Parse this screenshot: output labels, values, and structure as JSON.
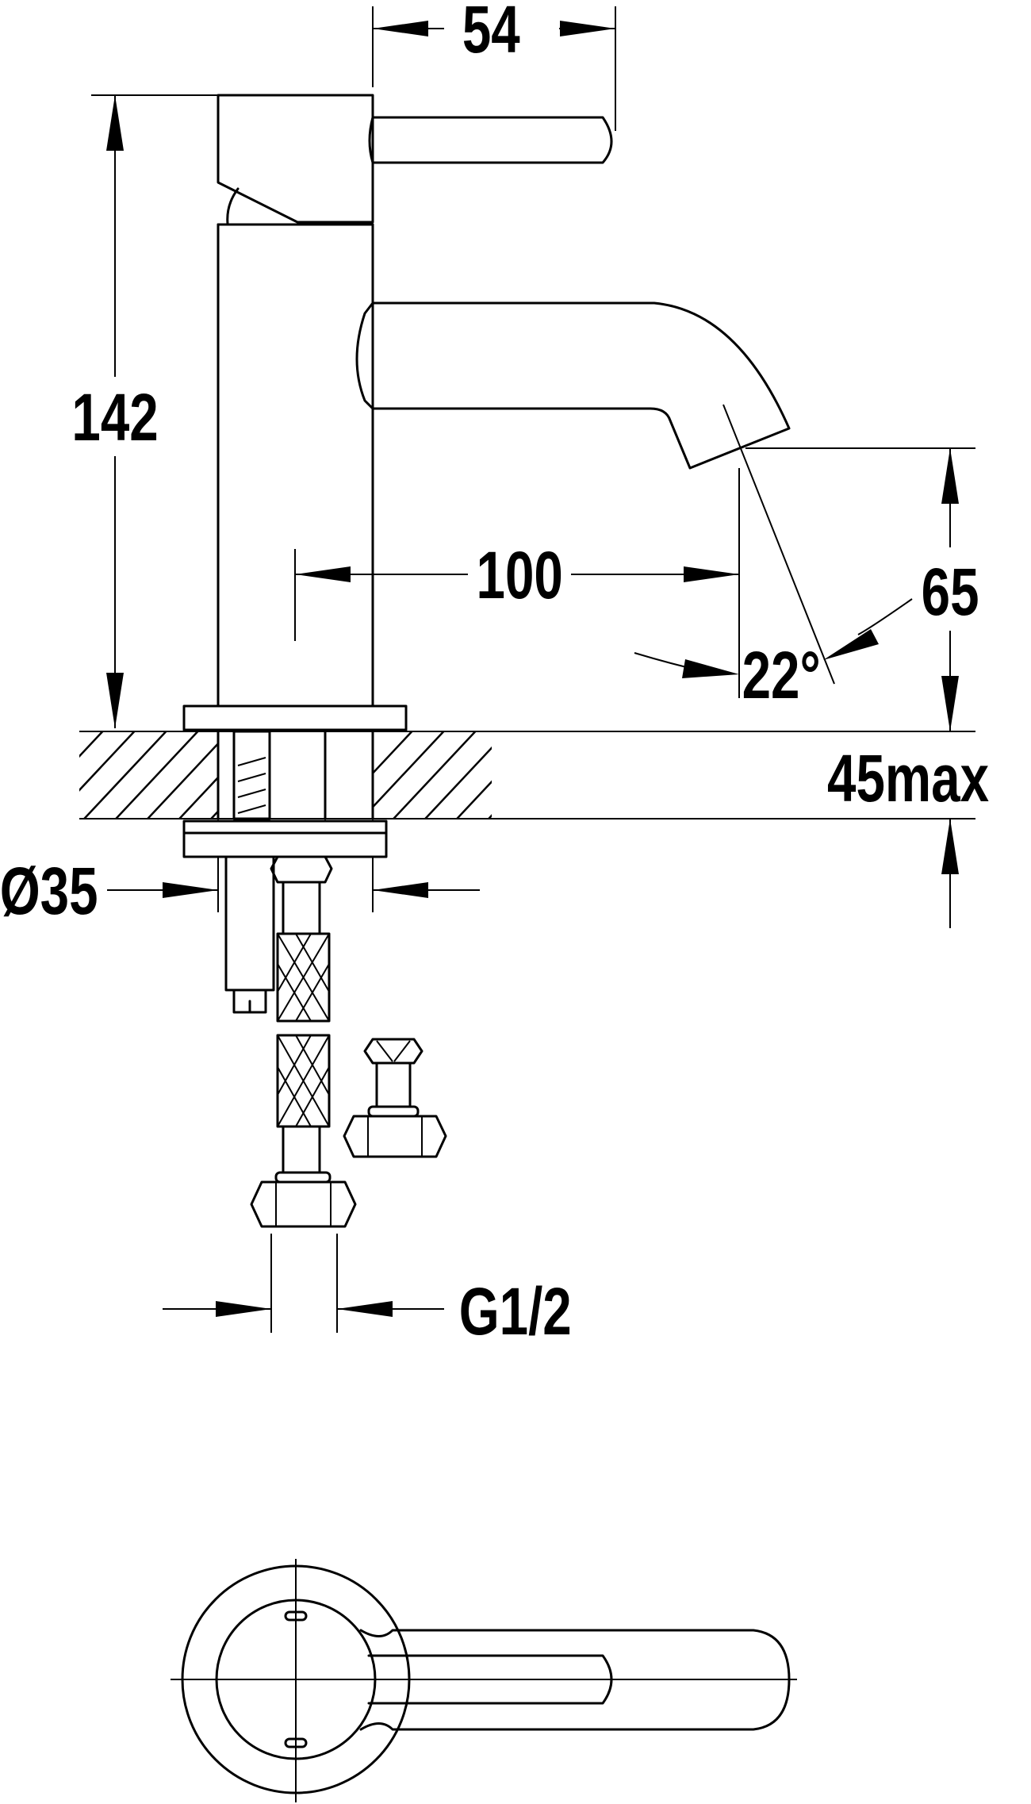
{
  "dimensions": {
    "lever_length": "54",
    "height": "142",
    "spout_reach": "100",
    "spout_height": "65",
    "spout_angle": "22°",
    "max_counter_thickness": "45max",
    "hole_diameter": "Ø35",
    "connection_thread": "G1/2"
  },
  "colors": {
    "line": "#000000",
    "background": "#ffffff"
  }
}
